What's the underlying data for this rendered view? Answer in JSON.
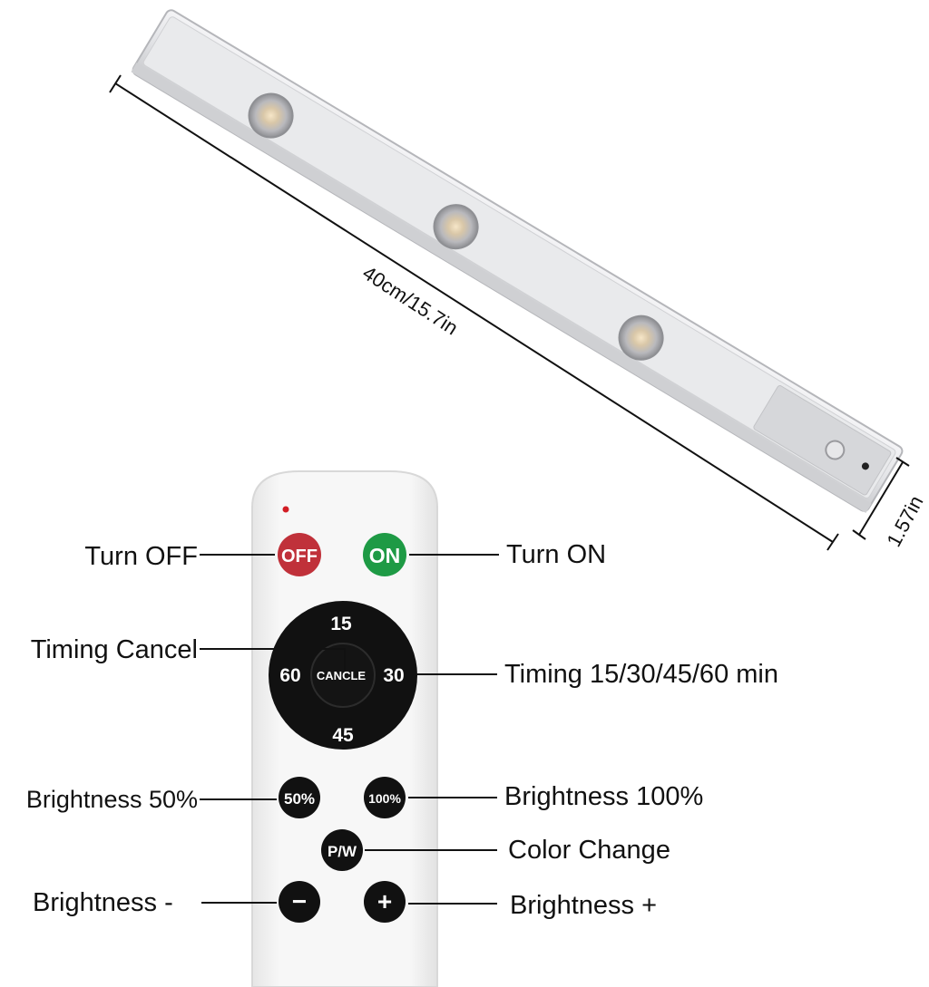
{
  "light_bar": {
    "length_label": "40cm/15.7in",
    "width_label": "1.57in"
  },
  "remote": {
    "buttons": {
      "off": "OFF",
      "on": "ON",
      "t15": "15",
      "t30": "30",
      "t45": "45",
      "t60": "60",
      "cancel": "CANCLE",
      "b50": "50%",
      "b100": "100%",
      "pw": "P/W",
      "minus": "−",
      "plus": "+"
    },
    "colors": {
      "off": "#c0313a",
      "on": "#1e9a45",
      "dark": "#111111"
    }
  },
  "callouts": {
    "turn_off": "Turn OFF",
    "turn_on": "Turn ON",
    "timing_cancel": "Timing Cancel",
    "timing": "Timing 15/30/45/60 min",
    "brightness_50": "Brightness 50%",
    "brightness_100": "Brightness 100%",
    "color_change": "Color Change",
    "brightness_minus": "Brightness -",
    "brightness_plus": "Brightness +"
  }
}
